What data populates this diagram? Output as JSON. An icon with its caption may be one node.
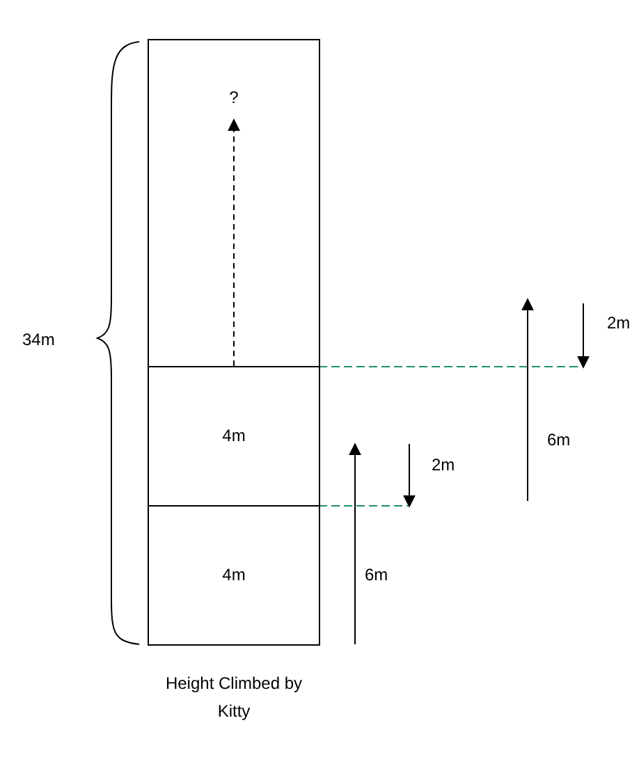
{
  "diagram": {
    "caption": "Height Climbed by Kitty",
    "nodes": [
      {
        "text": [
          "?"
        ]
      },
      {
        "text": [
          "4m"
        ]
      },
      {
        "text": [
          "4m"
        ]
      }
    ],
    "edges": [
      {
        "from": 1,
        "to": 0,
        "arrow": "to",
        "style": "dashed"
      }
    ],
    "labels": [
      "2m",
      "34m",
      "6m",
      "2m",
      "6m"
    ]
  }
}
